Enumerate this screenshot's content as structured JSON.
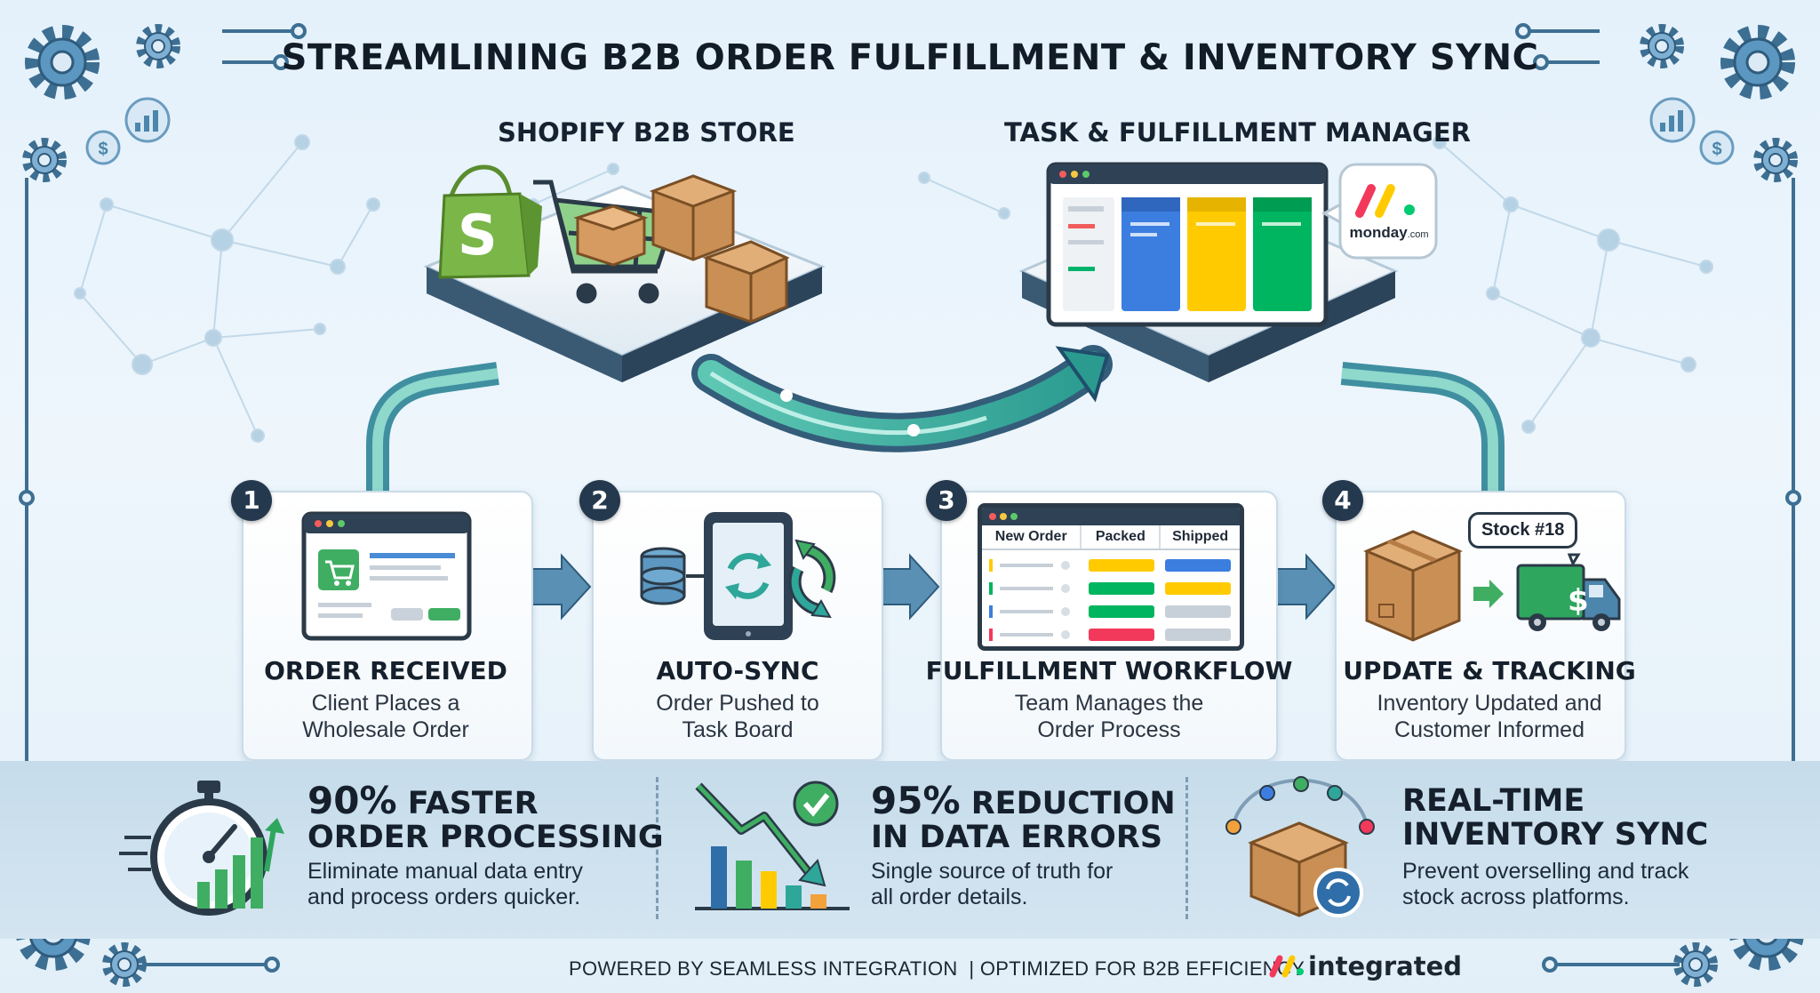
{
  "title": "STREAMLINING B2B ORDER FULFILLMENT & INVENTORY SYNC",
  "platforms": {
    "left": "SHOPIFY B2B STORE",
    "right": "TASK & FULFILLMENT MANAGER",
    "monday_logo_text": "monday",
    "monday_logo_suffix": ".com"
  },
  "steps": [
    {
      "num": "1",
      "title": "ORDER RECEIVED",
      "line1": "Client Places a",
      "line2": "Wholesale Order"
    },
    {
      "num": "2",
      "title": "AUTO-SYNC",
      "line1": "Order Pushed to",
      "line2": "Task Board"
    },
    {
      "num": "3",
      "title": "FULFILLMENT WORKFLOW",
      "line1": "Team Manages the",
      "line2": "Order Process"
    },
    {
      "num": "4",
      "title": "UPDATE & TRACKING",
      "line1": "Inventory Updated and",
      "line2": "Customer Informed"
    }
  ],
  "board_columns": [
    "New Order",
    "Packed",
    "Shipped"
  ],
  "stock_label": "Stock #18",
  "dollar_sign": "$",
  "shopify_letter": "S",
  "stats": [
    {
      "highlight": "90%",
      "head1_rest": " FASTER",
      "head2": "ORDER PROCESSING",
      "desc1": "Eliminate manual data entry",
      "desc2": "and process orders quicker."
    },
    {
      "highlight": "95%",
      "head1_rest": " REDUCTION",
      "head2": "IN DATA ERRORS",
      "desc1": "Single source of truth for",
      "desc2": "all order details."
    },
    {
      "highlight": "",
      "head1_rest": "REAL-TIME",
      "head2": "INVENTORY SYNC",
      "desc1": "Prevent overselling and track",
      "desc2": "stock across platforms."
    }
  ],
  "footer": {
    "left": "POWERED BY SEAMLESS INTEGRATION",
    "right": "| OPTIMIZED FOR B2B EFFICIENCY",
    "brand": "integrated"
  },
  "colors": {
    "accent_teal": "#2fa69a",
    "monday_red": "#f2395b",
    "monday_yellow": "#ffcb00",
    "monday_green": "#00ca72",
    "shopify_green": "#7ab648",
    "gear_blue": "#4c86ad"
  }
}
